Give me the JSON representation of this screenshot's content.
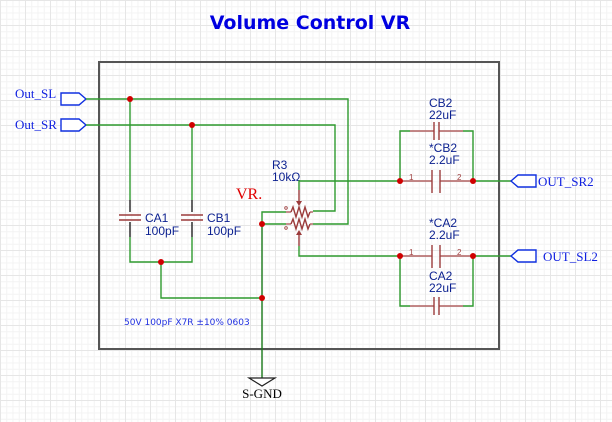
{
  "title": "Volume Control VR",
  "ports": {
    "out_sl": "Out_SL",
    "out_sr": "Out_SR",
    "out_sr2": "OUT_SR2",
    "out_sl2": "OUT_SL2"
  },
  "ground": {
    "label": "S-GND"
  },
  "potentiometer": {
    "designator": "R3",
    "value": "10kΩ",
    "net_label": "VR."
  },
  "capacitors": [
    {
      "designator": "CA1",
      "value": "100pF"
    },
    {
      "designator": "CB1",
      "value": "100pF"
    },
    {
      "designator": "CB2",
      "value": "22uF"
    },
    {
      "designator": "*CB2",
      "value": "2.2uF",
      "pins": [
        "1",
        "2"
      ]
    },
    {
      "designator": "*CA2",
      "value": "2.2uF",
      "pins": [
        "1",
        "2"
      ]
    },
    {
      "designator": "CA2",
      "value": "22uF"
    }
  ],
  "note": "50V 100pF X7R ±10% 0603",
  "colors": {
    "wire": "#2e9a2e",
    "component": "#9b3b3b",
    "junction": "#d00000",
    "port": "#1030e0",
    "title": "#0000e0"
  }
}
